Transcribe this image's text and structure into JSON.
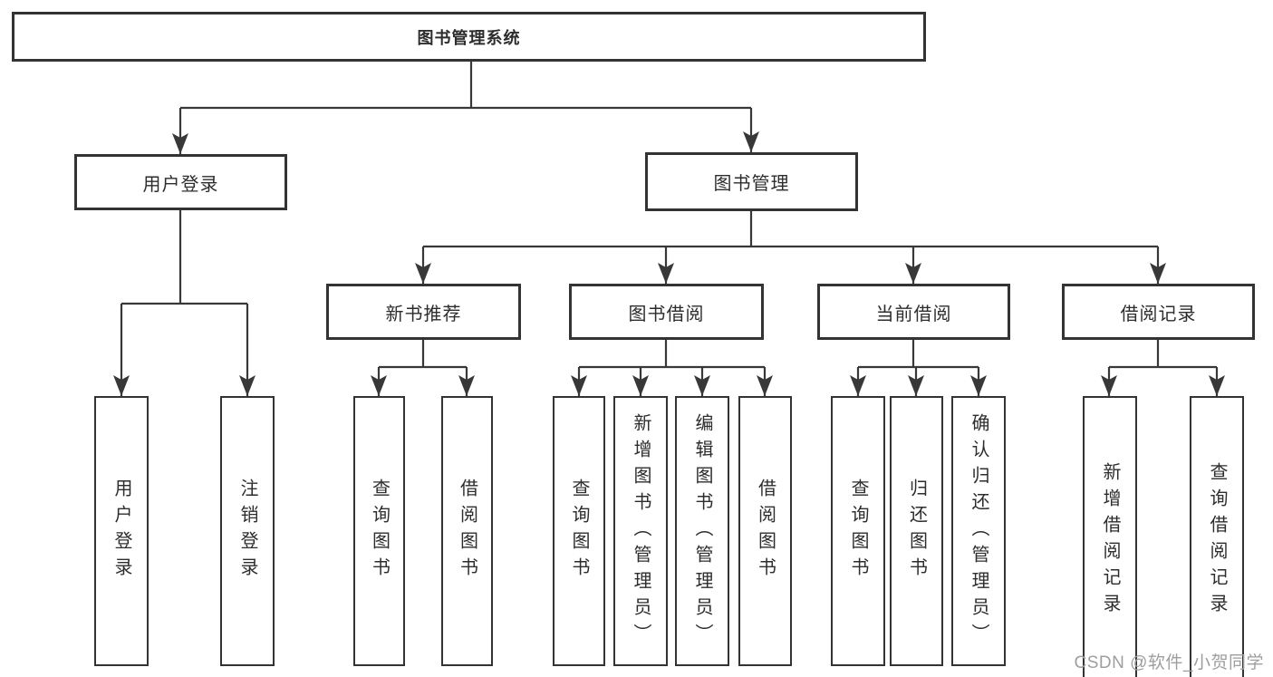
{
  "nodes": {
    "root": {
      "label": "图书管理系统"
    },
    "user_login": {
      "label": "用户登录"
    },
    "book_management": {
      "label": "图书管理"
    },
    "new_book_recommend": {
      "label": "新书推荐"
    },
    "book_borrowing": {
      "label": "图书借阅"
    },
    "current_borrowing": {
      "label": "当前借阅"
    },
    "borrowing_records": {
      "label": "借阅记录"
    },
    "leaf_user_login": {
      "label": "用户登录"
    },
    "leaf_logout": {
      "label": "注销登录"
    },
    "leaf_rec_query_books": {
      "label": "查询图书"
    },
    "leaf_rec_borrow_books": {
      "label": "借阅图书"
    },
    "leaf_bb_query_books": {
      "label": "查询图书"
    },
    "leaf_bb_add_books": {
      "label": "新增图书（管理员）"
    },
    "leaf_bb_edit_books": {
      "label": "编辑图书（管理员）"
    },
    "leaf_bb_borrow_books": {
      "label": "借阅图书"
    },
    "leaf_cb_query_books": {
      "label": "查询图书"
    },
    "leaf_cb_return_books": {
      "label": "归还图书"
    },
    "leaf_cb_confirm_return": {
      "label": "确认归还（管理员）"
    },
    "leaf_br_add_record": {
      "label": "新增借阅记录"
    },
    "leaf_br_query_record": {
      "label": "查询借阅记录"
    }
  },
  "watermark": {
    "text": "CSDN @软件_小贺同学",
    "color": "#9e9e9e"
  },
  "colors": {
    "line": "#383838",
    "box_border": "#333333",
    "text": "#2d2d2d",
    "background": "#ffffff"
  }
}
